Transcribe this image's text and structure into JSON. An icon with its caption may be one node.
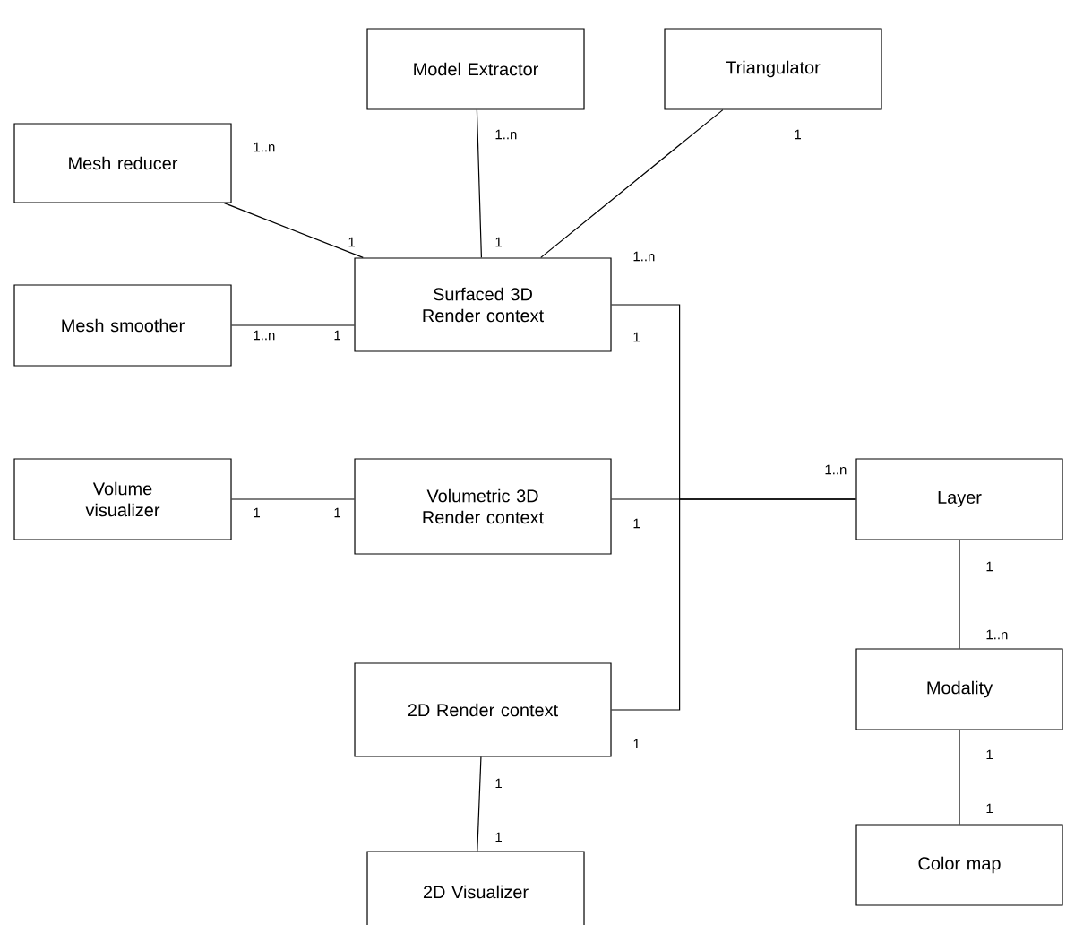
{
  "diagram": {
    "nodes": [
      {
        "text": [
          "Model Extractor"
        ]
      },
      {
        "text": [
          "Triangulator"
        ]
      },
      {
        "text": [
          "Mesh reducer"
        ]
      },
      {
        "text": [
          "Surfaced 3D Render context"
        ]
      },
      {
        "text": [
          "Mesh smoother"
        ]
      },
      {
        "text": [
          "Volume visualizer"
        ]
      },
      {
        "text": [
          "Volumetric 3D Render context"
        ]
      },
      {
        "text": [
          "Layer"
        ]
      },
      {
        "text": [
          "2D Render context"
        ]
      },
      {
        "text": [
          "Modality"
        ]
      },
      {
        "text": [
          "2D Visualizer"
        ]
      },
      {
        "text": [
          "Color map"
        ]
      }
    ],
    "edges": [
      {
        "from": 0,
        "to": 3,
        "arrow": "none"
      },
      {
        "from": 1,
        "to": 3,
        "arrow": "none"
      },
      {
        "from": 2,
        "to": 3,
        "arrow": "none"
      },
      {
        "from": 4,
        "to": 3,
        "arrow": "none"
      },
      {
        "from": 5,
        "to": 6,
        "arrow": "none"
      },
      {
        "from": 3,
        "to": 7,
        "arrow": "none"
      },
      {
        "from": 6,
        "to": 7,
        "arrow": "none"
      },
      {
        "from": 8,
        "to": 7,
        "arrow": "none"
      },
      {
        "from": 8,
        "to": 10,
        "arrow": "none"
      },
      {
        "from": 7,
        "to": 9,
        "arrow": "none"
      },
      {
        "from": 9,
        "to": 11,
        "arrow": "none"
      }
    ],
    "labels": [
      "1..n",
      "1",
      "1..n",
      "1",
      "1",
      "1..n",
      "1..n",
      "1",
      "1",
      "1..n",
      "1",
      "1",
      "1",
      "1",
      "1..n",
      "1",
      "1",
      "1",
      "1",
      "1"
    ]
  }
}
